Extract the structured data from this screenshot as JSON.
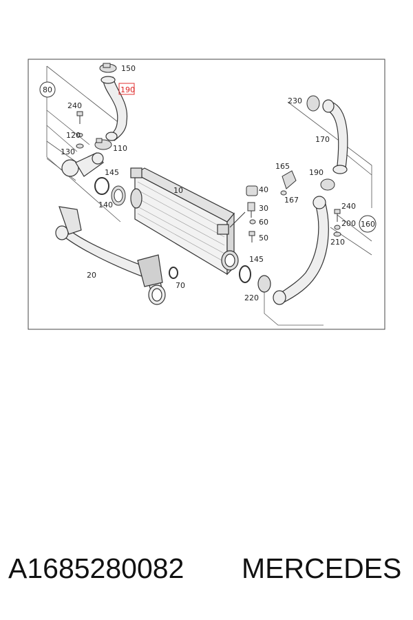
{
  "diagram": {
    "highlight_color": "#e03030",
    "highlighted_label": "190",
    "callouts": [
      "150",
      "190",
      "240",
      "120",
      "130",
      "110",
      "145",
      "140",
      "10",
      "40",
      "30",
      "60",
      "50",
      "20",
      "70",
      "145",
      "220",
      "230",
      "170",
      "165",
      "190",
      "167",
      "240",
      "200",
      "210"
    ],
    "circled": [
      "80",
      "160"
    ]
  },
  "caption": {
    "part_number": "A1685280082",
    "brand": "MERCEDES"
  }
}
